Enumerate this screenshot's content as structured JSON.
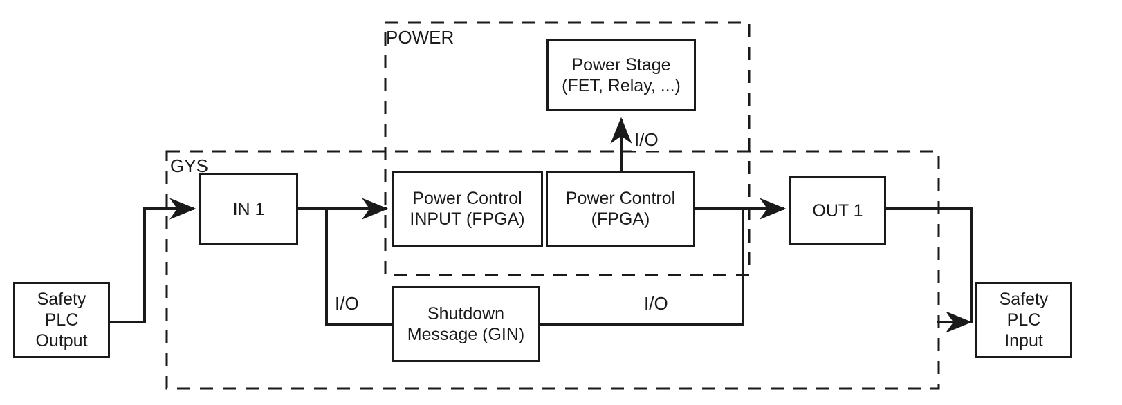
{
  "diagram": {
    "title": "Safety PLC / GYS power control block diagram",
    "colors": {
      "stroke": "#1a1a1a",
      "background": "#ffffff"
    },
    "groups": [
      {
        "id": "power",
        "label": "POWER"
      },
      {
        "id": "gys",
        "label": "GYS"
      }
    ],
    "nodes": [
      {
        "id": "safety-plc-output",
        "label": "Safety\nPLC\nOutput"
      },
      {
        "id": "in-1",
        "label": "IN 1"
      },
      {
        "id": "power-control-input-fpga",
        "label": "Power Control\nINPUT (FPGA)"
      },
      {
        "id": "power-control-fpga",
        "label": "Power Control\n(FPGA)"
      },
      {
        "id": "power-stage",
        "label": "Power Stage\n(FET, Relay, ...)"
      },
      {
        "id": "shutdown-message-gin",
        "label": "Shutdown\nMessage (GIN)"
      },
      {
        "id": "out-1",
        "label": "OUT 1"
      },
      {
        "id": "safety-plc-input",
        "label": "Safety\nPLC\nInput"
      }
    ],
    "edge_labels": [
      {
        "id": "io-power-stage",
        "label": "I/O"
      },
      {
        "id": "io-shutdown-in",
        "label": "I/O"
      },
      {
        "id": "io-shutdown-out",
        "label": "I/O"
      }
    ]
  }
}
